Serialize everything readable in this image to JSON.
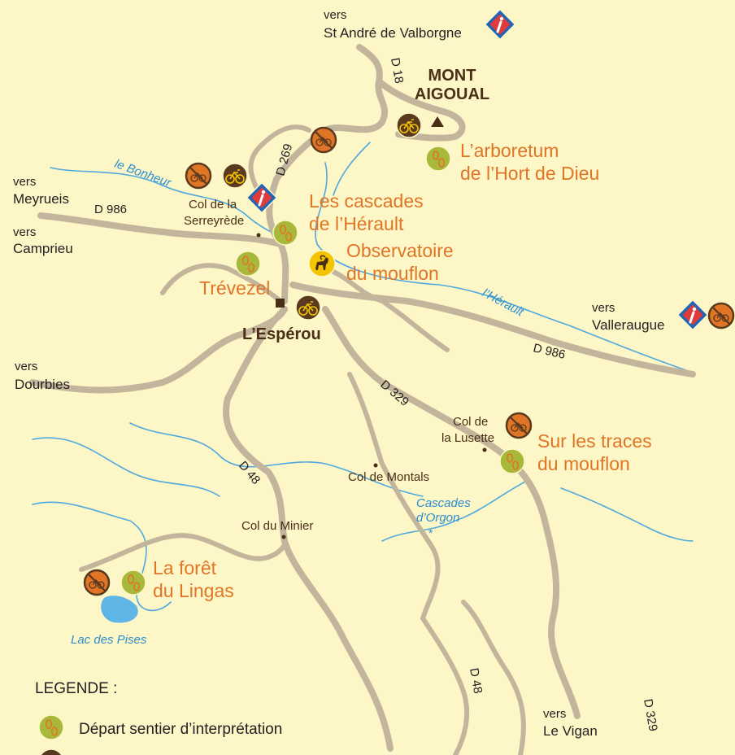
{
  "colors": {
    "background": "#fdf6c7",
    "road": "#c3b59b",
    "river": "#4fa9de",
    "trail_label": "#e07526",
    "place_label": "#4a2f17",
    "water_label": "#2a8fd0",
    "icon_trail": "#a8b83a",
    "icon_bike": "#5a3a1e",
    "icon_nobike": "#e07526",
    "icon_mouflon": "#f5c400",
    "icon_info": "#1c66b8"
  },
  "towns": {
    "valborgne_vers": "vers",
    "valborgne": "St André de Valborgne",
    "meyrueis_vers": "vers",
    "meyrueis": "Meyrueis",
    "camprieu_vers": "vers",
    "camprieu": "Camprieu",
    "dourbies_vers": "vers",
    "dourbies": "Dourbies",
    "valleraugue_vers": "vers",
    "valleraugue": "Valleraugue",
    "vigan_vers": "vers",
    "vigan": "Le Vigan"
  },
  "places": {
    "mont_aigoual_1": "MONT",
    "mont_aigoual_2": "AIGOUAL",
    "esperou": "L’Espérou",
    "col_serreyrede_1": "Col de la",
    "col_serreyrede_2": "Serreyrède",
    "col_lusette_1": "Col de",
    "col_lusette_2": "la Lusette",
    "col_montals": "Col de Montals",
    "col_minier": "Col du Minier"
  },
  "roads": {
    "d18": "D 18",
    "d269": "D 269",
    "d986_west": "D 986",
    "d986_east": "D 986",
    "d329_north": "D 329",
    "d329_south": "D 329",
    "d48_north": "D 48",
    "d48_south": "D 48"
  },
  "water": {
    "bonheur": "le Bonheur",
    "herault": "l’Hérault",
    "cascades_orgon_1": "Cascades",
    "cascades_orgon_2": "d’Orgon",
    "lac_pises": "Lac des Pises"
  },
  "trails": {
    "arboretum_1": "L’arboretum",
    "arboretum_2": "de l’Hort de Dieu",
    "cascades_1": "Les cascades",
    "cascades_2": "de l’Hérault",
    "observatoire_1": "Observatoire",
    "observatoire_2": "du mouflon",
    "trevezel": "Trévezel",
    "traces_1": "Sur les traces",
    "traces_2": "du mouflon",
    "lingas_1": "La forêt",
    "lingas_2": "du Lingas"
  },
  "legend": {
    "title": "LEGENDE :",
    "trail_start": "Départ sentier d’interprétation"
  }
}
